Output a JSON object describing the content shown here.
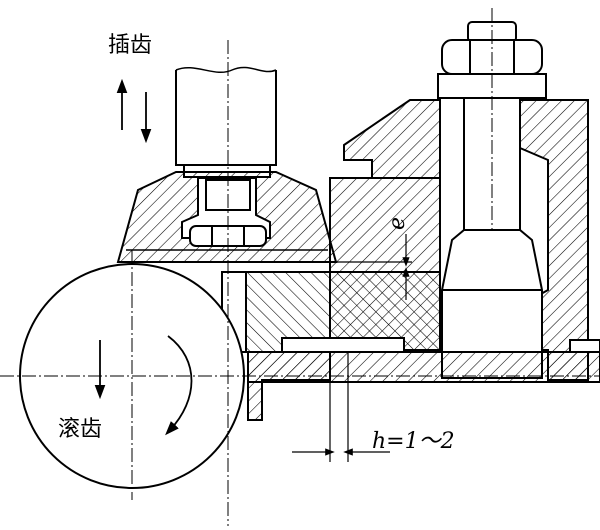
{
  "labels": {
    "shaping": "插齿",
    "hobbing": "滚齿",
    "dim_e": "e",
    "dim_h": "h=1～2"
  },
  "colors": {
    "ink": "#000000",
    "paper": "#ffffff"
  }
}
